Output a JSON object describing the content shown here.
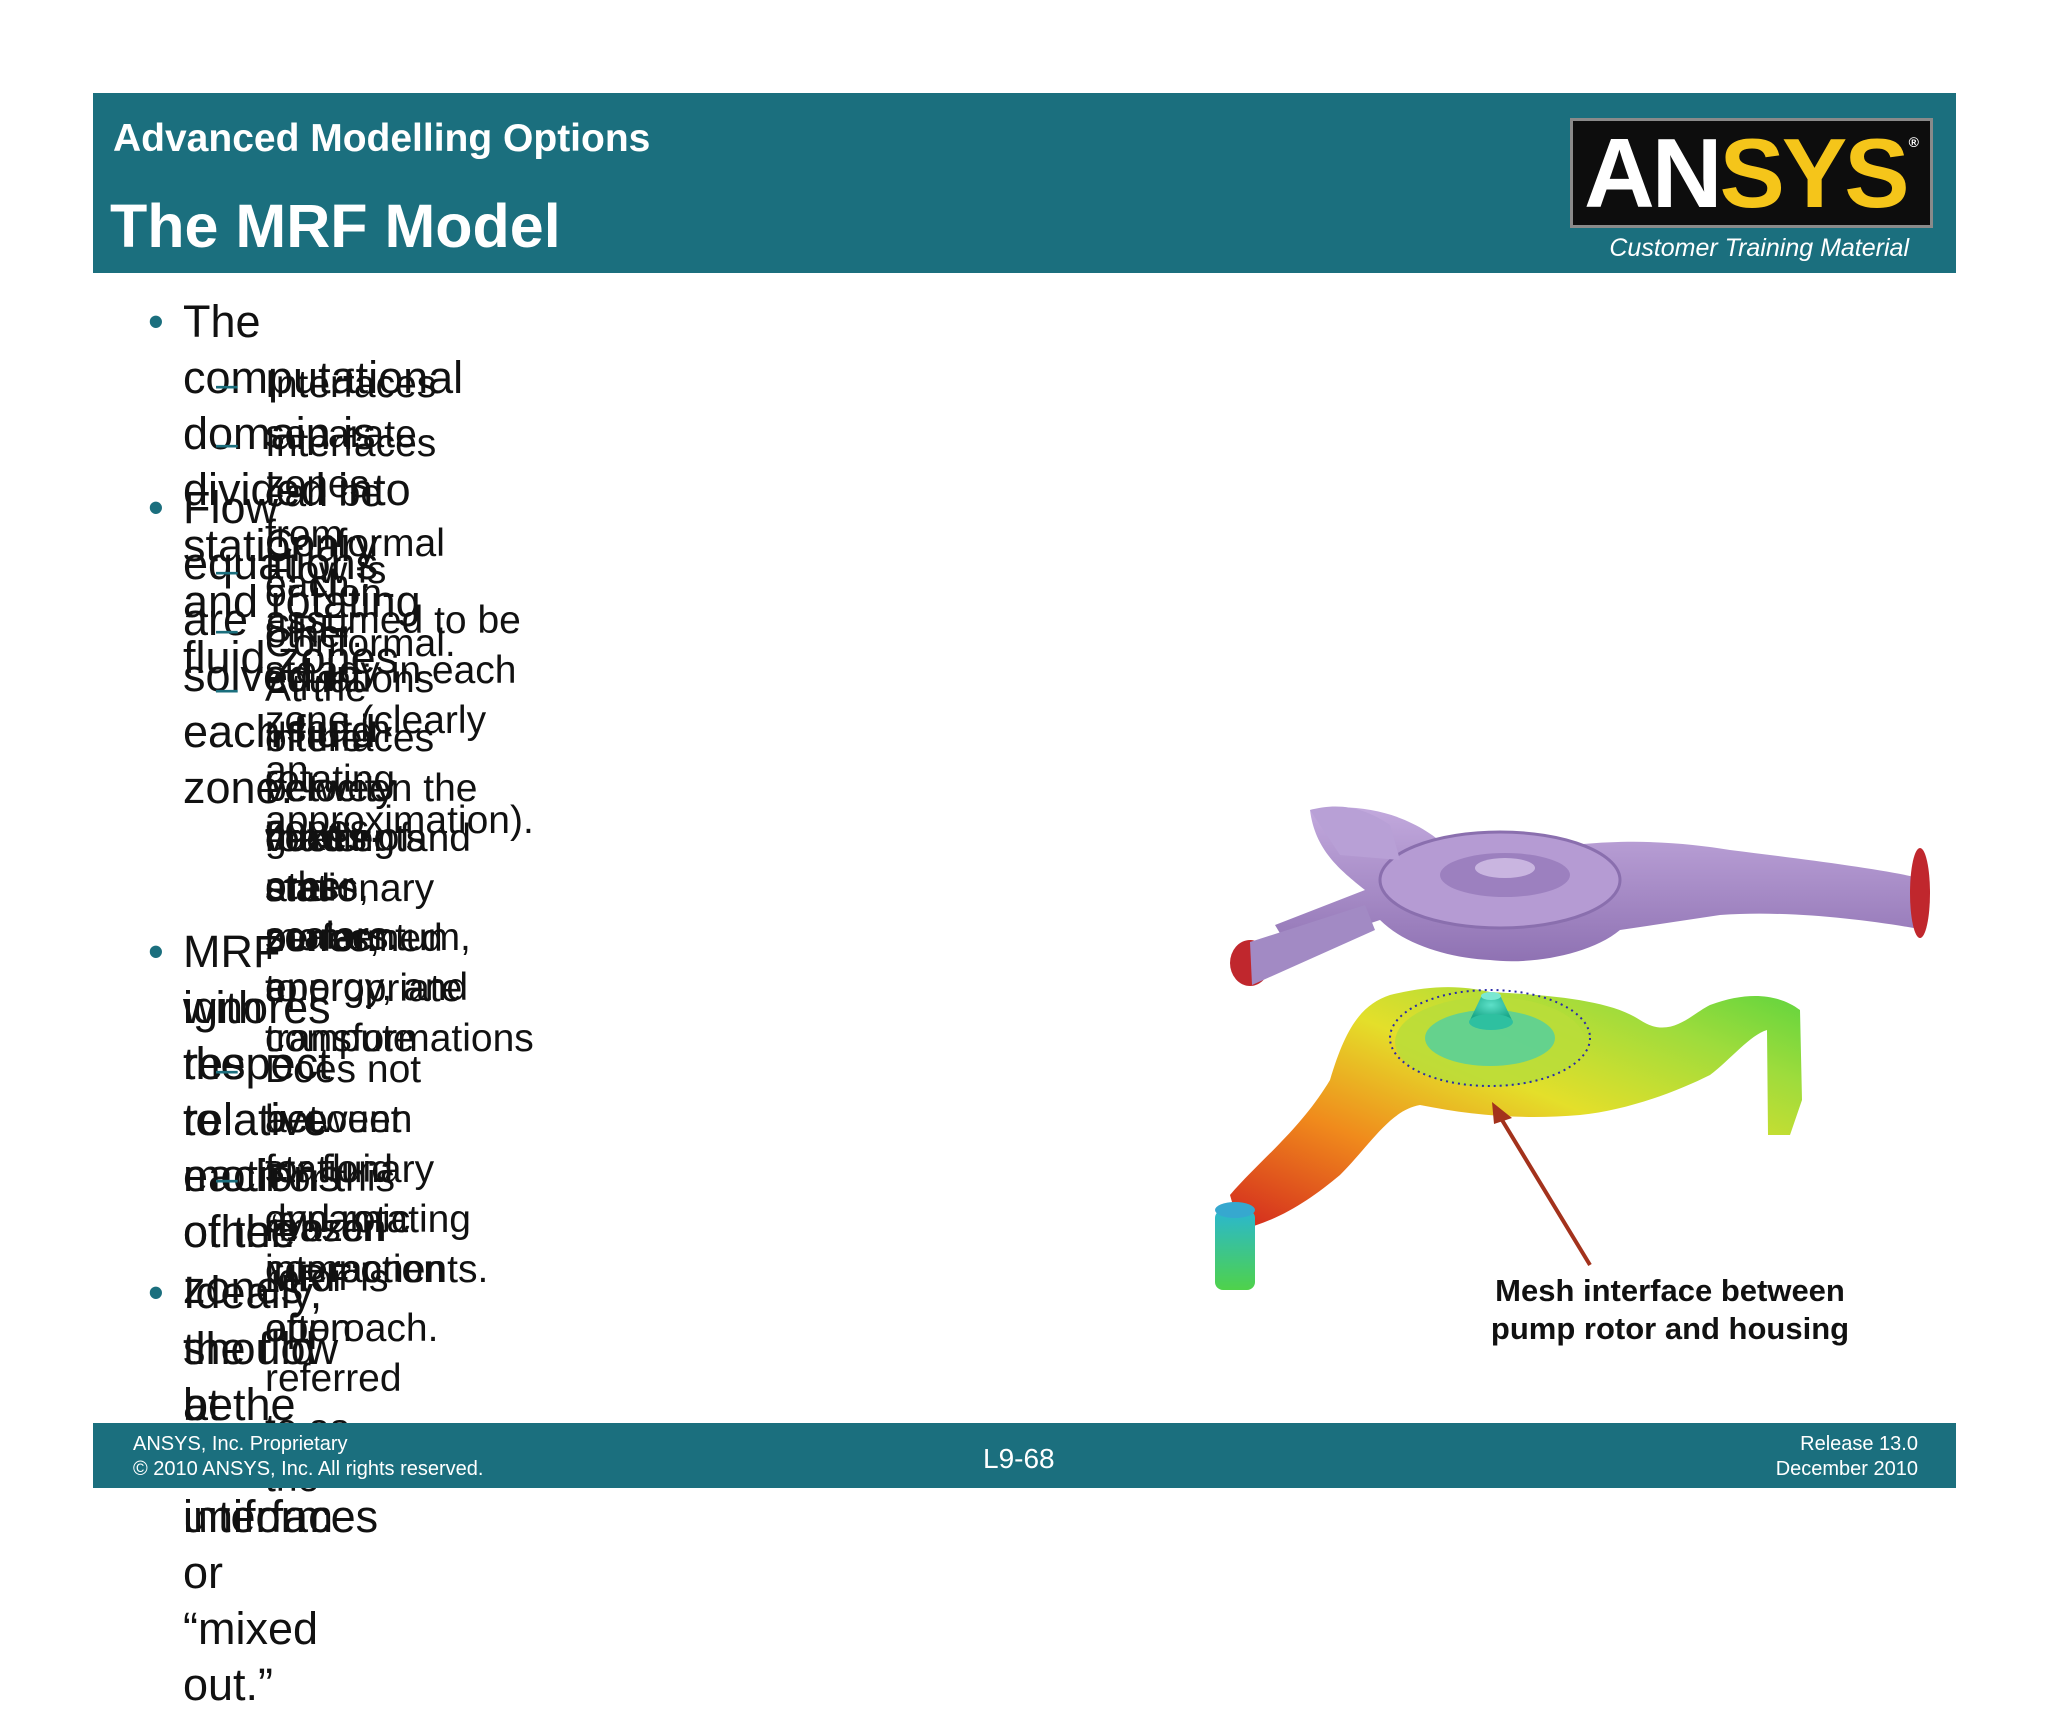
{
  "header": {
    "subtitle": "Advanced Modelling Options",
    "title": "The MRF Model",
    "logo": {
      "text_an": "AN",
      "text_sys": "SYS",
      "reg": "®"
    },
    "tagline": "Customer Training Material"
  },
  "bullets": [
    {
      "text": "The computational domain is divided into stationary and rotating fluid zones.",
      "sub": [
        "Interfaces separate zones from each other.",
        "Interfaces can be Conformal or Non-Conformal."
      ]
    },
    {
      "text": "Flow equations are solved in each fluid zone.",
      "sub": [
        "Flow is assumed to be steady in each zone (clearly an approximation).",
        "SRF equations used in rotating zones.",
        "At the interfaces between the rotating and stationary zones, appropriate transformations",
        "of the velocity vector and",
        "velocity gradients are performed to compute",
        "fluxes of mass, momentum, energy, and",
        "other scalars."
      ]
    },
    {
      "text": "MRF ignores the relative motions of the zones",
      "text2": "with respect to each other.",
      "sub": [
        "Does not account for fluid dynamic interaction",
        "between stationary and rotating components.",
        "For this reason MRF is often referred to as the",
        "“frozen rotor” approach."
      ]
    },
    {
      "text": "Ideally, the flow at the MRF interfaces",
      "text2": "should be relatively uniform or “mixed out.”"
    }
  ],
  "figure": {
    "caption_line1": "Mesh interface between",
    "caption_line2": "pump rotor and housing",
    "colors": {
      "housing": "#a98cc8",
      "inlet_caps": "#c0272d",
      "arrow": "#a3321c"
    }
  },
  "footer": {
    "left_line1": "ANSYS, Inc. Proprietary",
    "left_line2": "© 2010 ANSYS, Inc.  All rights reserved.",
    "page": "L9-68",
    "right_line1": "Release 13.0",
    "right_line2": "December 2010"
  },
  "colors": {
    "teal": "#1b6f7e",
    "logo_yellow": "#f5c51a"
  }
}
